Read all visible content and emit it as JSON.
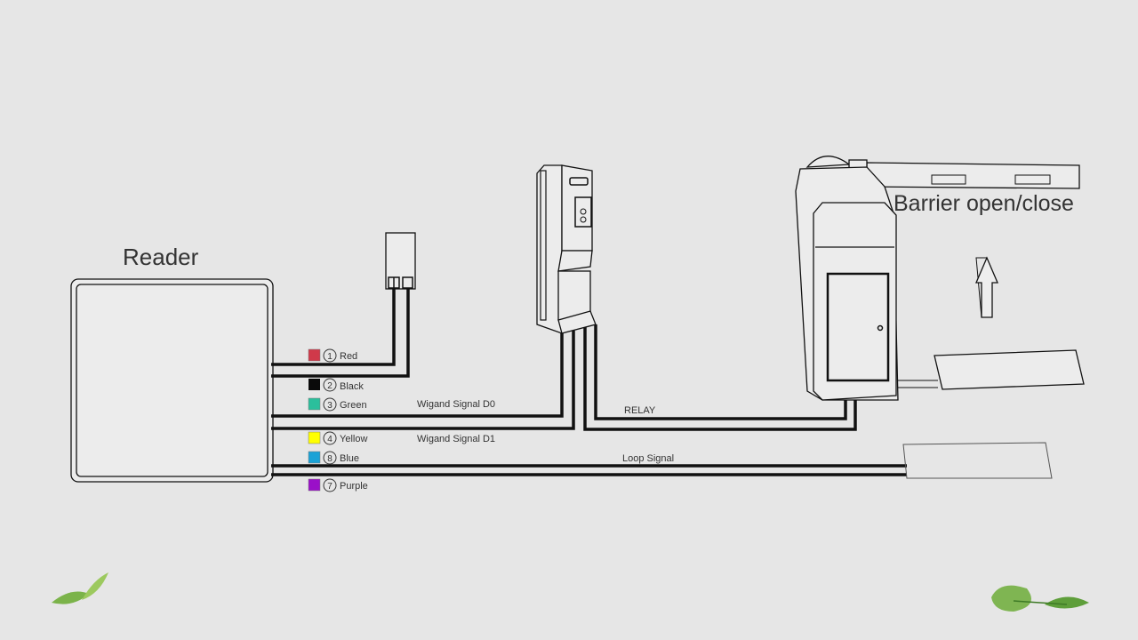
{
  "title_reader": "Reader",
  "title_barrier": "Barrier open/close",
  "wires": [
    {
      "num": "1",
      "label": "Red",
      "color": "#d0394a"
    },
    {
      "num": "2",
      "label": "Black",
      "color": "#0a0a0a"
    },
    {
      "num": "3",
      "label": "Green",
      "color": "#2bbf9c"
    },
    {
      "num": "4",
      "label": "Yellow",
      "color": "#ffff00"
    },
    {
      "num": "8",
      "label": "Blue",
      "color": "#1aa2d6"
    },
    {
      "num": "7",
      "label": "Purple",
      "color": "#9a10c8"
    }
  ],
  "signals": {
    "d0": "Wigand Signal D0",
    "d1": "Wigand Signal D1",
    "relay": "RELAY",
    "loop": "Loop Signal"
  }
}
